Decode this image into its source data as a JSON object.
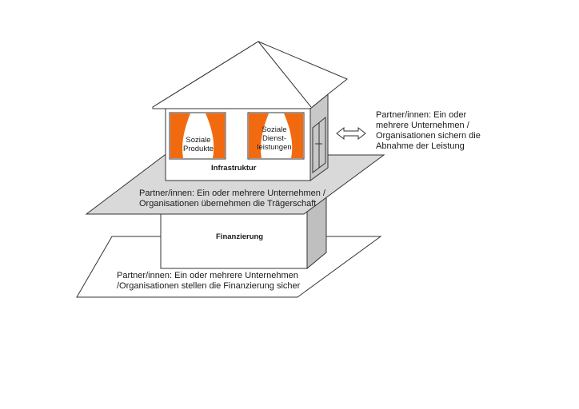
{
  "diagram": {
    "partner_bottom": [
      "Partner/innen: Ein oder mehrere Unternehmen",
      "/Organisationen stellen die Finanzierung sicher"
    ],
    "partner_middle": [
      "Partner/innen: Ein oder mehrere Unternehmen /",
      "Organisationen übernehmen die Trägerschaft"
    ],
    "partner_right": [
      "Partner/innen: Ein oder",
      "mehrere Unternehmen /",
      "Organisationen sichern die",
      "Abnahme der Leistung"
    ],
    "finanzierung": "Finanzierung",
    "infrastruktur": "Infrastruktur",
    "window_left": [
      "Soziale",
      "Produkte"
    ],
    "window_right": [
      "Soziale",
      "Dienst-",
      "leistungen"
    ],
    "colors": {
      "curtain": "#f26a10",
      "platform_top": "#d9d9d9",
      "block_side": "#bfbfbf",
      "wall_side": "#c8c8c8",
      "outline": "#333333"
    }
  }
}
